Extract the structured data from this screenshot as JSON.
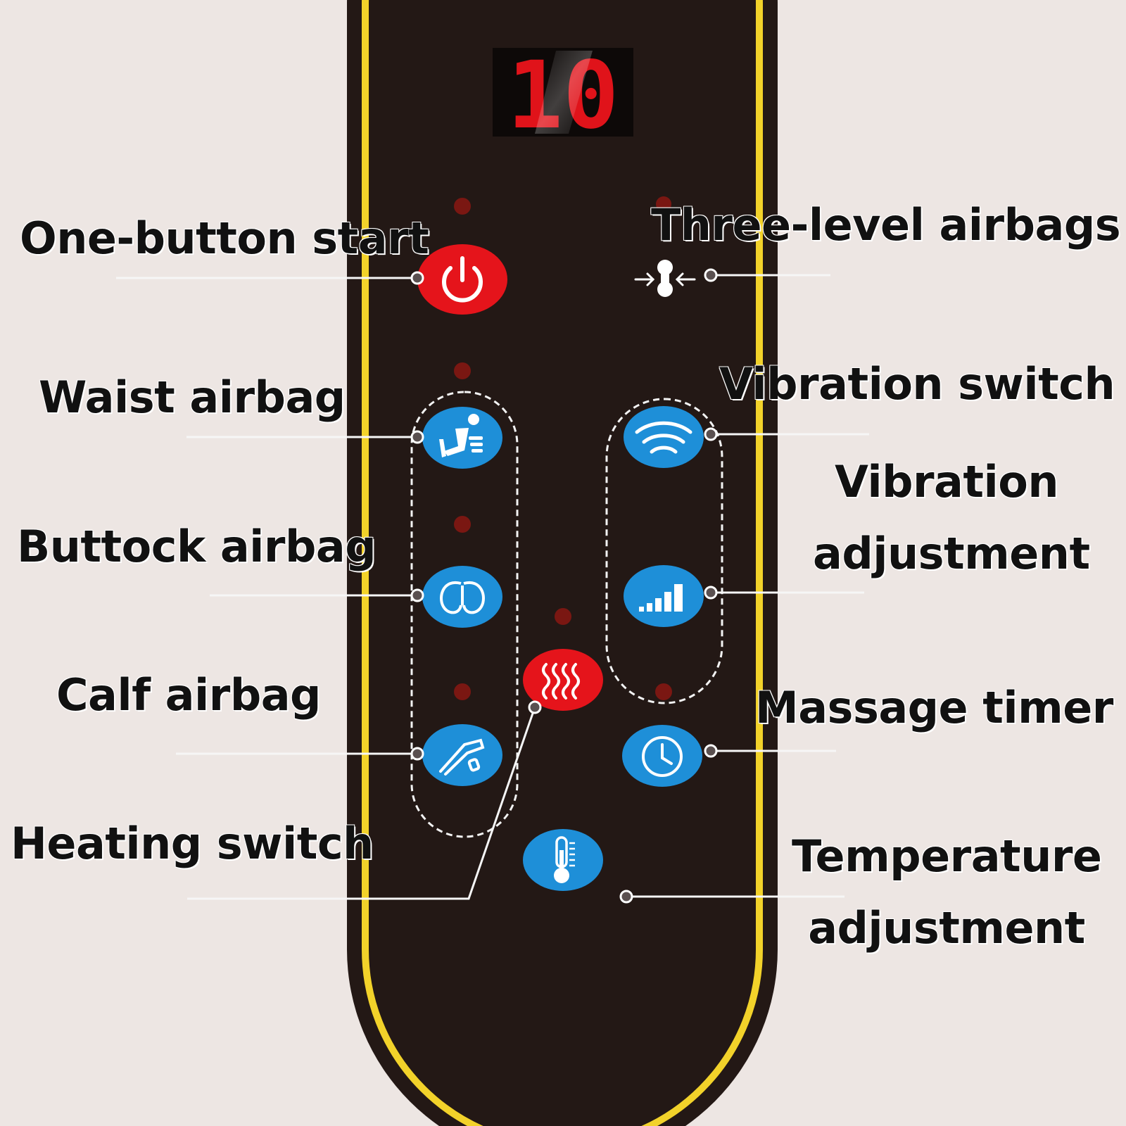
{
  "display": {
    "value": "10"
  },
  "labels": {
    "one_button_start": "One-button start",
    "three_level_airbags": "Three-level airbags",
    "waist_airbag": "Waist airbag",
    "vibration_switch": "Vibration switch",
    "vibration_adjustment_line1": "Vibration",
    "vibration_adjustment_line2": "adjustment",
    "buttock_airbag": "Buttock airbag",
    "calf_airbag": "Calf airbag",
    "massage_timer": "Massage timer",
    "heating_switch": "Heating switch",
    "temperature_adjustment_line1": "Temperature",
    "temperature_adjustment_line2": "adjustment"
  },
  "colors": {
    "background": "#ede6e3",
    "panel": "#231815",
    "panel_rim": "#f2d22a",
    "button_blue": "#1e8fd8",
    "button_red": "#e5141b",
    "led_red": "#e0131a",
    "indicator_led": "#7a1712"
  },
  "icons": {
    "power_button": "power-icon",
    "airbag_level": "airbag-level-icon",
    "waist": "waist-massage-icon",
    "buttock": "buttock-massage-icon",
    "calf": "calf-massage-icon",
    "vibration": "wifi-waves-icon",
    "vibration_level": "signal-bars-icon",
    "heating": "heat-waves-icon",
    "timer": "clock-icon",
    "temperature": "thermometer-icon"
  }
}
